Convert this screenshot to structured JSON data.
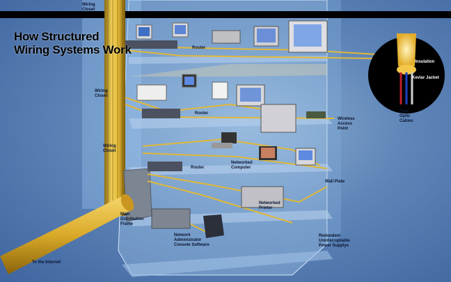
{
  "title_line1": "How Structured",
  "title_line2": "Wiring Systems Work",
  "labels": {
    "wiring_closet_top": "Wiring\nCloset",
    "router_1": "Router",
    "wiring_closet_mid": "Wiring\nCloset",
    "router_2": "Router",
    "wireless_access_point": "Wireless\nAccess\nPoint",
    "wiring_closet_low": "Wiring\nCloset",
    "router_3": "Router",
    "networked_computer": "Networked\nComputer",
    "wall_plate": "Wall Plate",
    "networked_printer": "Networked\nPrinter",
    "main_distribution_frame": "Main\nDistribution\nFrame",
    "network_admin_console": "Network\nAdministrator\nConsole Software",
    "redundant_ups": "Redundant\nUninterruptable\nPower Supplys",
    "to_the_internet": "To the Internet",
    "insulation": "Insulation",
    "kevlar_jacket": "Kevlar Jacket",
    "fiber_optic_cables": "Fiber\nOptic\nCables"
  },
  "colors": {
    "cable": "#e0b838",
    "floor": "#b9d2ee",
    "building": "#a9cdf0",
    "background": "#5f86b8"
  }
}
